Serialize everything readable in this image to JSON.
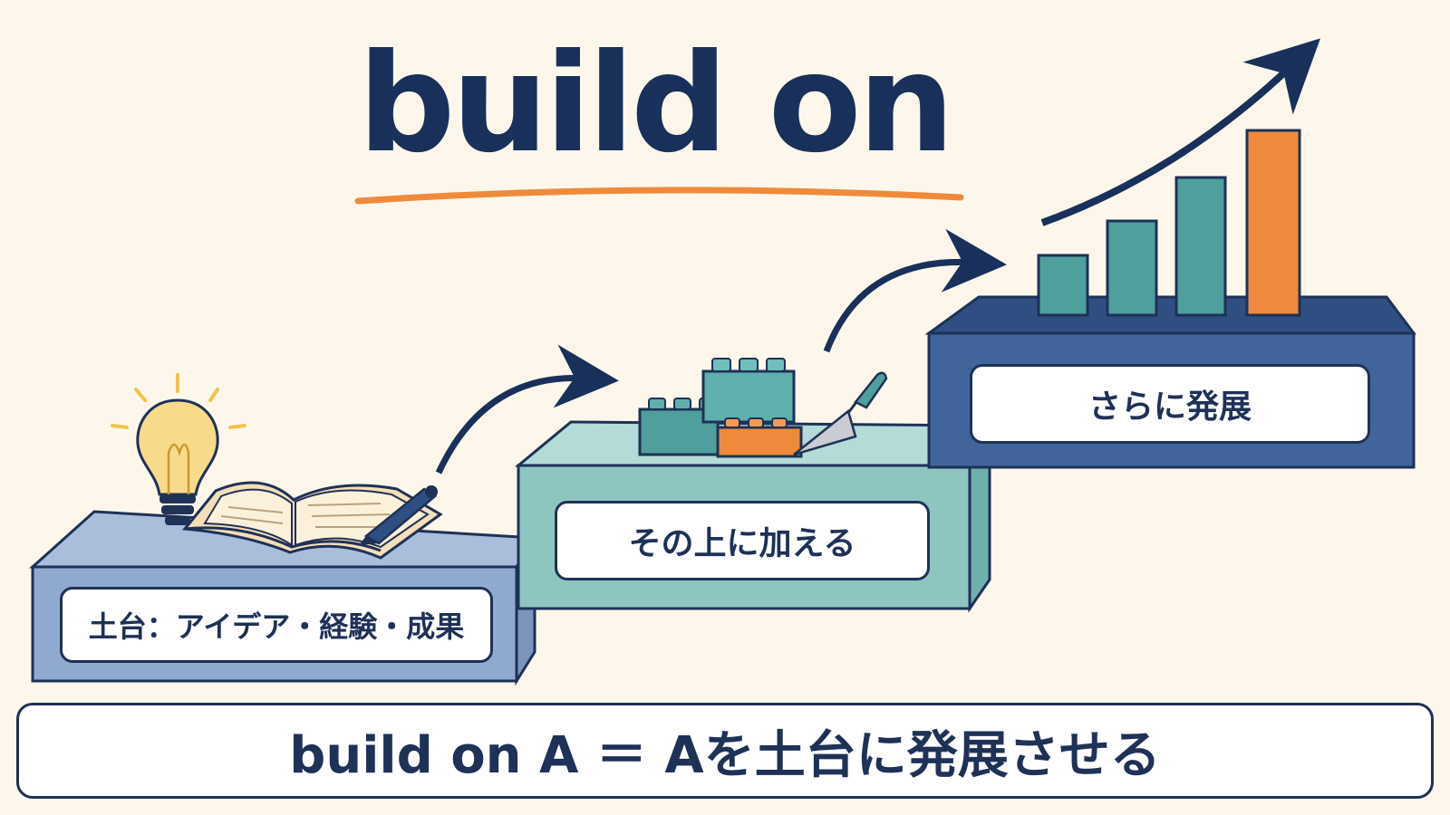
{
  "title": "build on",
  "steps": [
    {
      "label": "土台：アイデア・経験・成果"
    },
    {
      "label": "その上に加える"
    },
    {
      "label": "さらに発展"
    }
  ],
  "definition": "build on A ＝ Aを土台に発展させる",
  "colors": {
    "navy": "#1e3157",
    "step1": "#8fa9cf",
    "step2": "#8ec5c1",
    "step3": "#41659b",
    "accent_orange": "#ef8a3c",
    "teal": "#4f9f9c",
    "background": "#fcf7ea"
  },
  "icons": [
    "lightbulb-icon",
    "open-book-icon",
    "pen-icon",
    "blocks-icon",
    "trowel-icon",
    "bar-chart-icon",
    "growth-arrow-icon"
  ]
}
